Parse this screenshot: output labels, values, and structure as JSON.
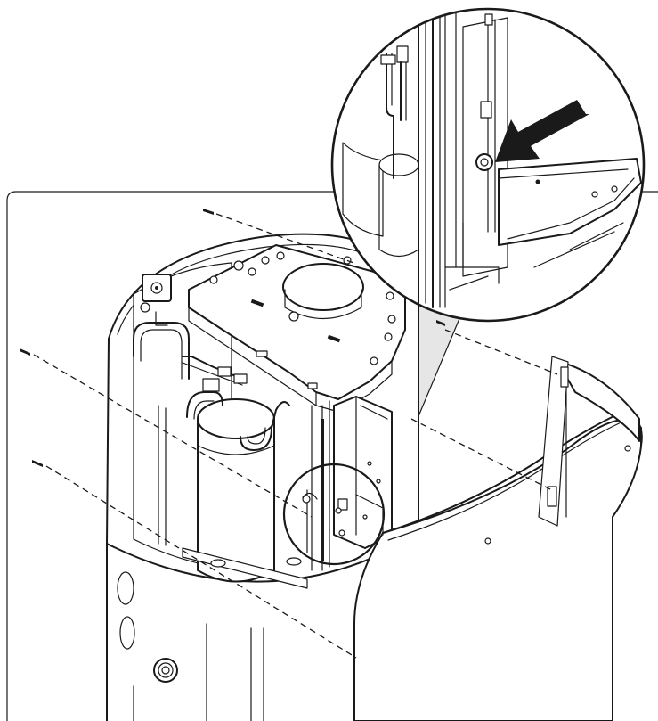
{
  "figure": {
    "type": "exploded-assembly-illustration",
    "detail_callout": "magnified-circle",
    "arrow_direction": "pointing-left-down",
    "screw_count": 4,
    "line_color": "#1a1a1a",
    "background_color": "#ffffff",
    "callout_fill": "#e6e6e6"
  }
}
